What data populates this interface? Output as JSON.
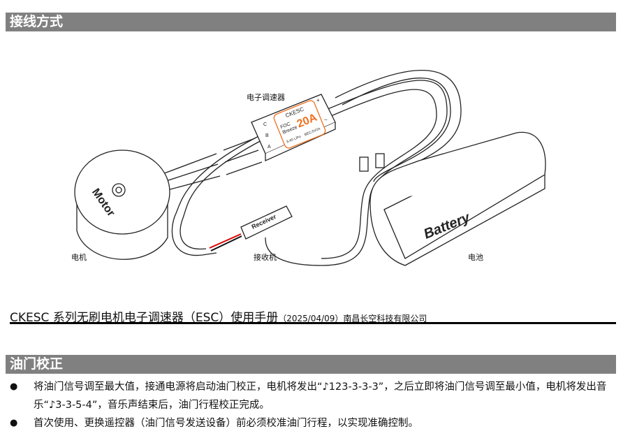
{
  "section1": {
    "title": "接线方式"
  },
  "diagram": {
    "esc_label": "电子调速器",
    "motor_label": "电机",
    "receiver_label": "接收机",
    "battery_label": "电池",
    "motor_text": "Motor",
    "battery_text": "Battery",
    "receiver_text": "Receiver",
    "esc": {
      "brand": "CKESC",
      "line1": "FOC",
      "line2": "Breeze",
      "current": "20A",
      "lipo": "3-4S LiPo",
      "bec": "BEC:5V2A",
      "pad_a": "A",
      "pad_b": "B",
      "pad_c": "C",
      "pad_plus": "+",
      "pad_minus": "−"
    },
    "accent": "#f07020"
  },
  "manual": {
    "title": "CKESC 系列无刷电机电子调速器（ESC）使用手册",
    "date": "（2025/04/09）",
    "company": "南昌长空科技有限公司"
  },
  "section2": {
    "title": "油门校正",
    "bullets": [
      "将油门信号调至最大值，接通电源将启动油门校正，电机将发出“♪123-3-3-3”，之后立即将油门信号调至最小值，电机将发出音乐“♪3-3-5-4”，音乐声结束后，油门行程校正完成。",
      "首次使用、更换遥控器（油门信号发送设备）前必须校准油门行程，以实现准确控制。"
    ]
  }
}
